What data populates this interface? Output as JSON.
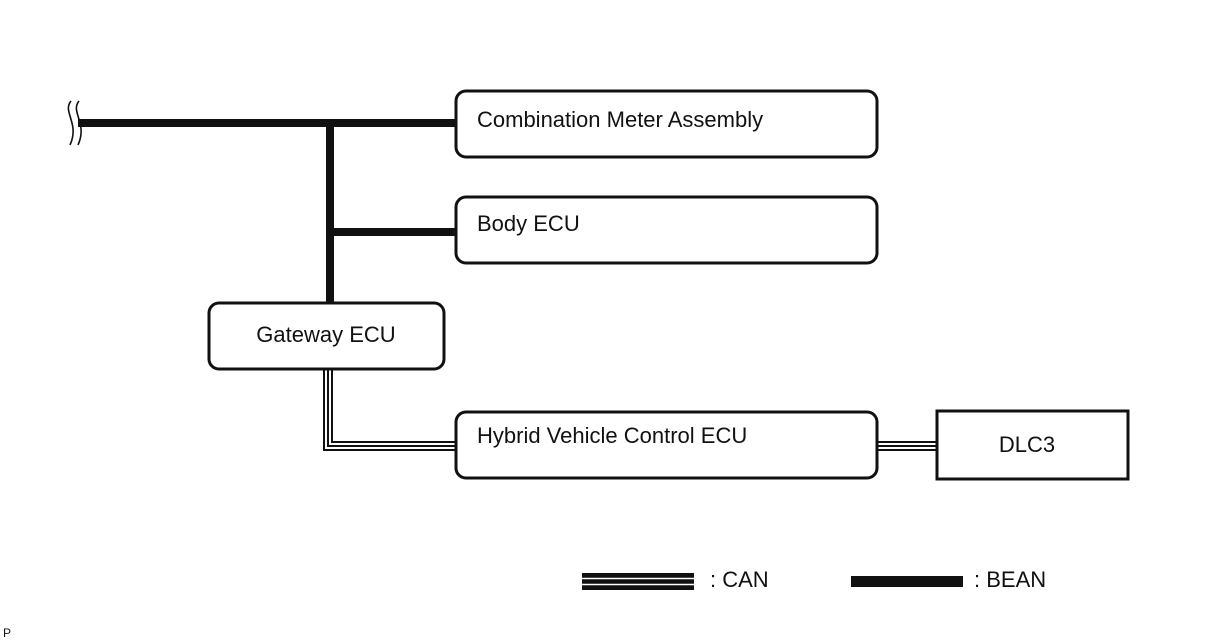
{
  "nodes": {
    "combination_meter": "Combination Meter Assembly",
    "body_ecu": "Body ECU",
    "gateway_ecu": "Gateway ECU",
    "hybrid_ecu": "Hybrid Vehicle Control ECU",
    "dlc3": "DLC3"
  },
  "legend": {
    "can_label": ": CAN",
    "bean_label": ": BEAN"
  },
  "footer_mark": "P",
  "colors": {
    "line": "#111111",
    "background": "#ffffff"
  },
  "bus_types": {
    "bean": [
      "combination_meter",
      "body_ecu",
      "gateway_ecu"
    ],
    "can": [
      "gateway_ecu",
      "hybrid_ecu",
      "dlc3"
    ]
  }
}
